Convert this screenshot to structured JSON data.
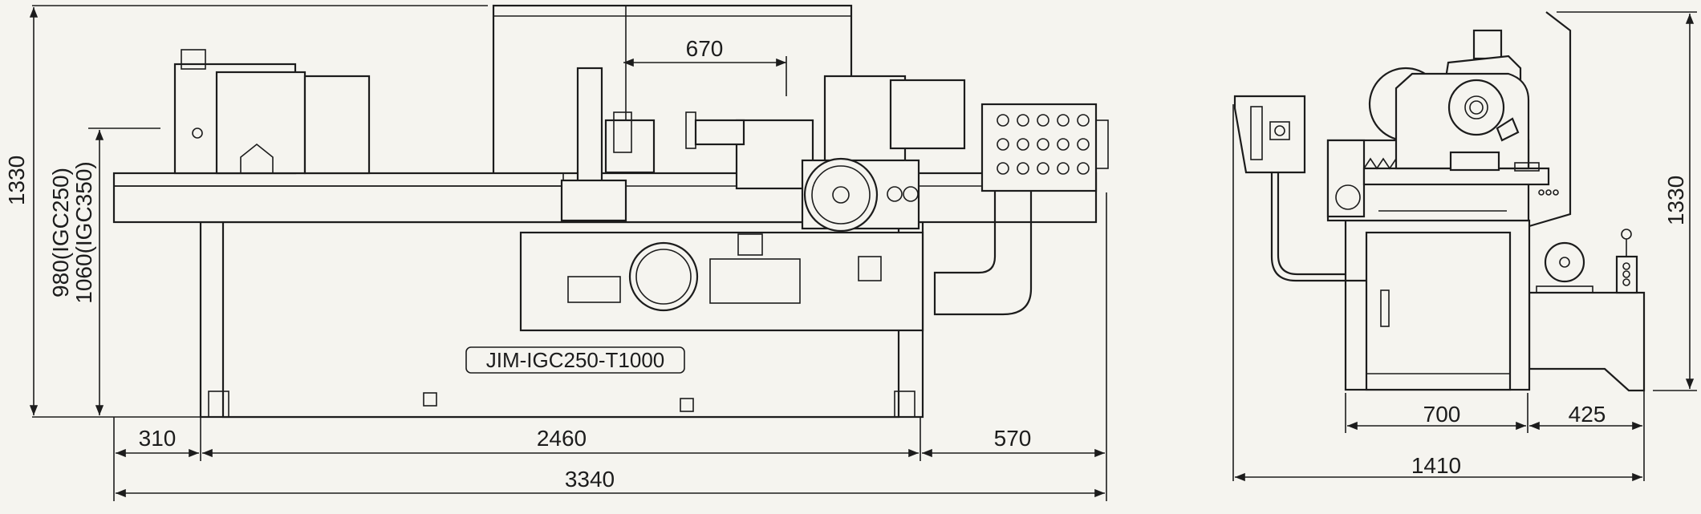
{
  "front_view": {
    "model_label": "JIM-IGC250-T1000",
    "dim_total_height": "1330",
    "dim_table_height_igc250": "980(IGC250)",
    "dim_table_height_igc350": "1060(IGC350)",
    "dim_wheelhead_travel": "670",
    "dim_left": "310",
    "dim_base": "2460",
    "dim_right": "570",
    "dim_total_length": "3340"
  },
  "side_view": {
    "dim_height": "1330",
    "dim_cabinet": "700",
    "dim_tank": "425",
    "dim_total_width": "1410"
  }
}
